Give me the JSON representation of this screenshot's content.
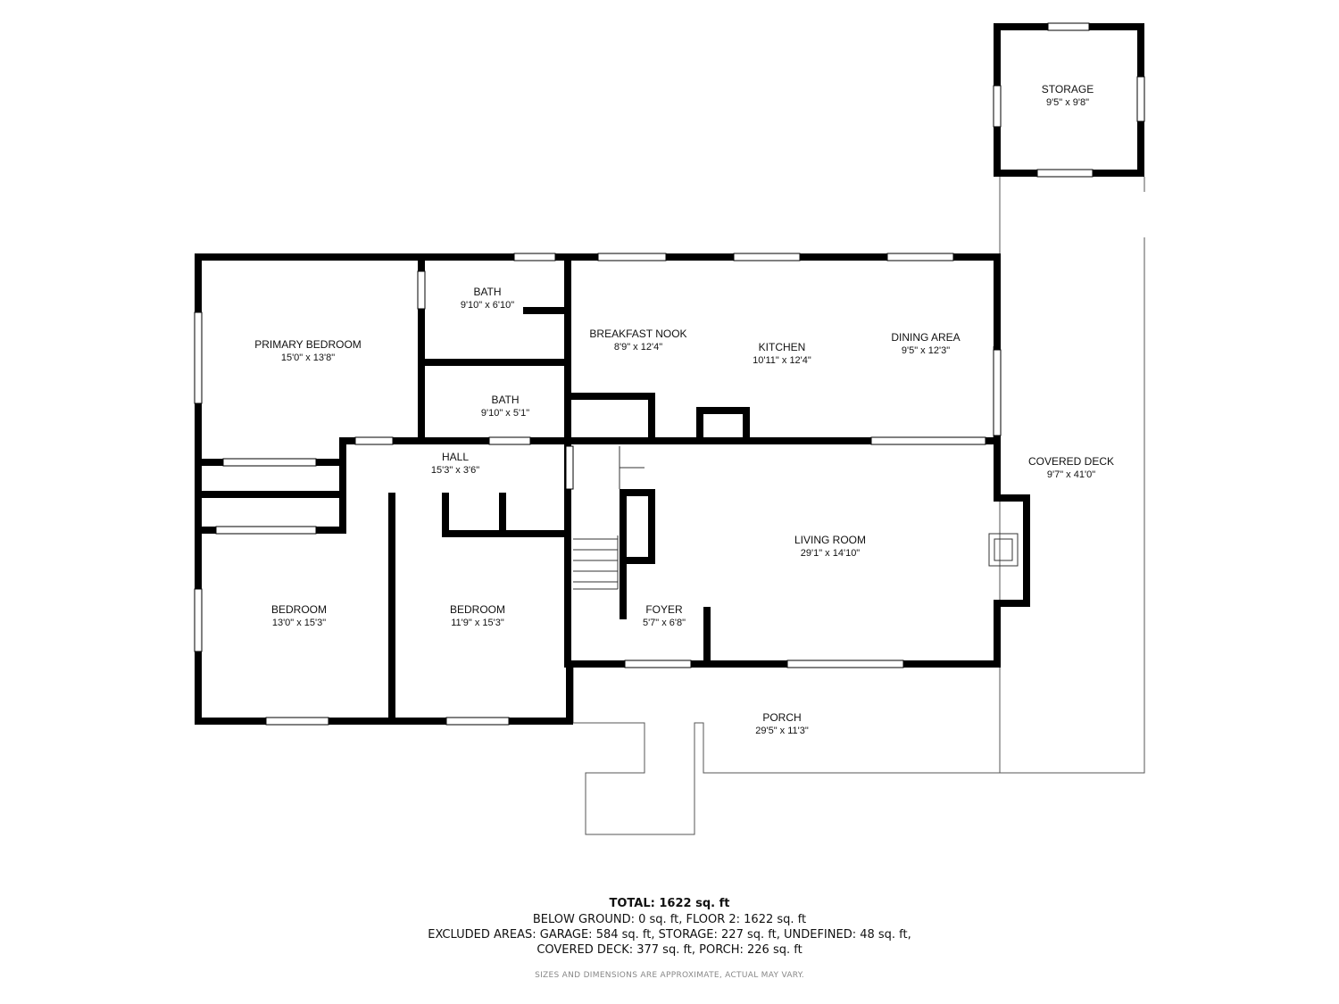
{
  "rooms": {
    "storage": {
      "name": "STORAGE",
      "dim": "9'5\" x 9'8\""
    },
    "bath1": {
      "name": "BATH",
      "dim": "9'10\" x 6'10\""
    },
    "primary_bedroom": {
      "name": "PRIMARY BEDROOM",
      "dim": "15'0\" x 13'8\""
    },
    "breakfast_nook": {
      "name": "BREAKFAST NOOK",
      "dim": "8'9\" x 12'4\""
    },
    "kitchen": {
      "name": "KITCHEN",
      "dim": "10'11\" x 12'4\""
    },
    "dining_area": {
      "name": "DINING AREA",
      "dim": "9'5\" x 12'3\""
    },
    "bath2": {
      "name": "BATH",
      "dim": "9'10\" x 5'1\""
    },
    "hall": {
      "name": "HALL",
      "dim": "15'3\" x 3'6\""
    },
    "covered_deck": {
      "name": "COVERED DECK",
      "dim": "9'7\" x 41'0\""
    },
    "living_room": {
      "name": "LIVING ROOM",
      "dim": "29'1\" x 14'10\""
    },
    "bedroom1": {
      "name": "BEDROOM",
      "dim": "13'0\" x 15'3\""
    },
    "bedroom2": {
      "name": "BEDROOM",
      "dim": "11'9\" x 15'3\""
    },
    "foyer": {
      "name": "FOYER",
      "dim": "5'7\" x 6'8\""
    },
    "porch": {
      "name": "PORCH",
      "dim": "29'5\" x 11'3\""
    }
  },
  "summary": {
    "total_label": "TOTAL:",
    "total_value": "1622 sq. ft",
    "line1": "BELOW GROUND: 0 sq. ft, FLOOR 2: 1622 sq. ft",
    "line2": "EXCLUDED AREAS: GARAGE: 584 sq. ft, STORAGE: 227 sq. ft, UNDEFINED: 48 sq. ft,",
    "line3": "COVERED DECK: 377 sq. ft, PORCH: 226 sq. ft",
    "disclaimer": "SIZES AND DIMENSIONS ARE APPROXIMATE, ACTUAL MAY VARY."
  },
  "colors": {
    "wall": "#000000",
    "window": "#ffffff",
    "thin_line": "#555555"
  }
}
